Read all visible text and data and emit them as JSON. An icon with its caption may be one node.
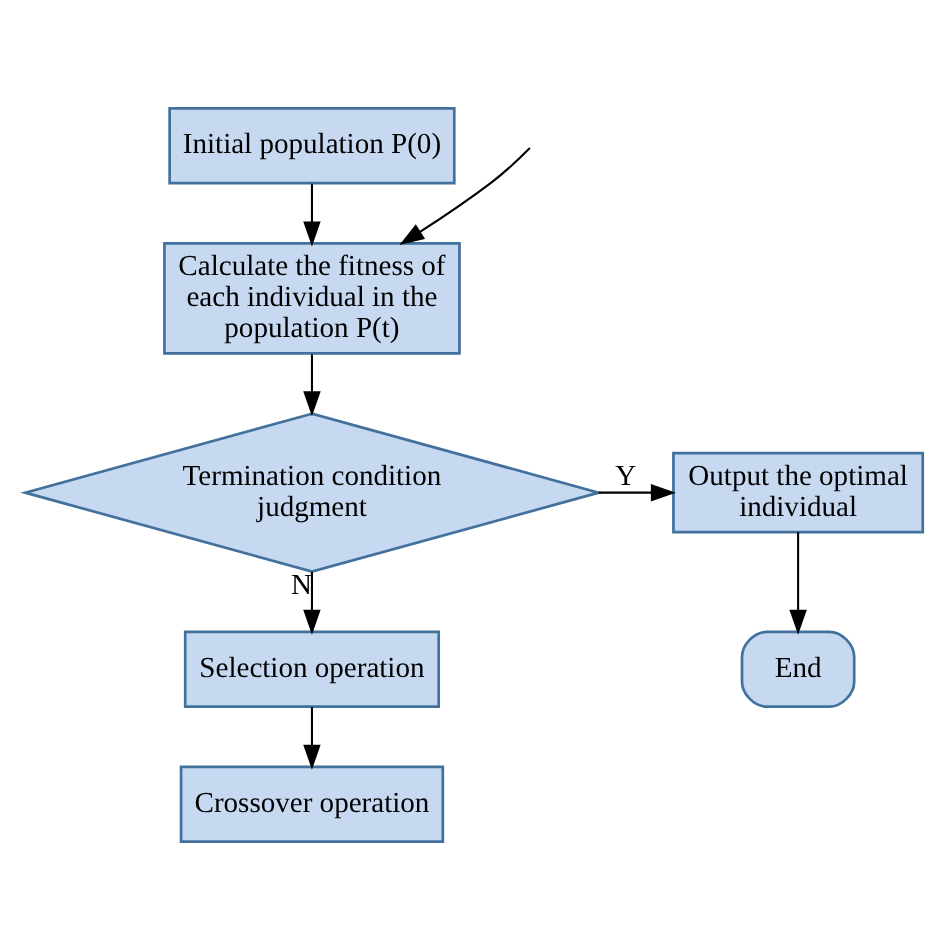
{
  "diagram": {
    "nodes": [
      {
        "text": [
          "Initial population P(0)"
        ]
      },
      {
        "text": [
          "Calculate the fitness of each individual in the population P(t)"
        ]
      },
      {
        "text": [
          "Termination condition judgment"
        ]
      },
      {
        "text": [
          "Output the optimal individual"
        ]
      },
      {
        "text": [
          "End"
        ]
      },
      {
        "text": [
          "Selection operation"
        ]
      },
      {
        "text": [
          "Crossover operation"
        ]
      }
    ],
    "edges": [
      {
        "from": 0,
        "to": 1,
        "arrow": "to"
      },
      {
        "from": 1,
        "to": 2,
        "arrow": "to"
      },
      {
        "from": 2,
        "to": 3,
        "arrow": "to",
        "label": "Y"
      },
      {
        "from": 3,
        "to": 4,
        "arrow": "to"
      },
      {
        "from": 2,
        "to": 5,
        "arrow": "to",
        "label": "N"
      },
      {
        "from": 5,
        "to": 6,
        "arrow": "to"
      },
      {
        "from": null,
        "to": 1,
        "arrow": "to"
      }
    ]
  }
}
